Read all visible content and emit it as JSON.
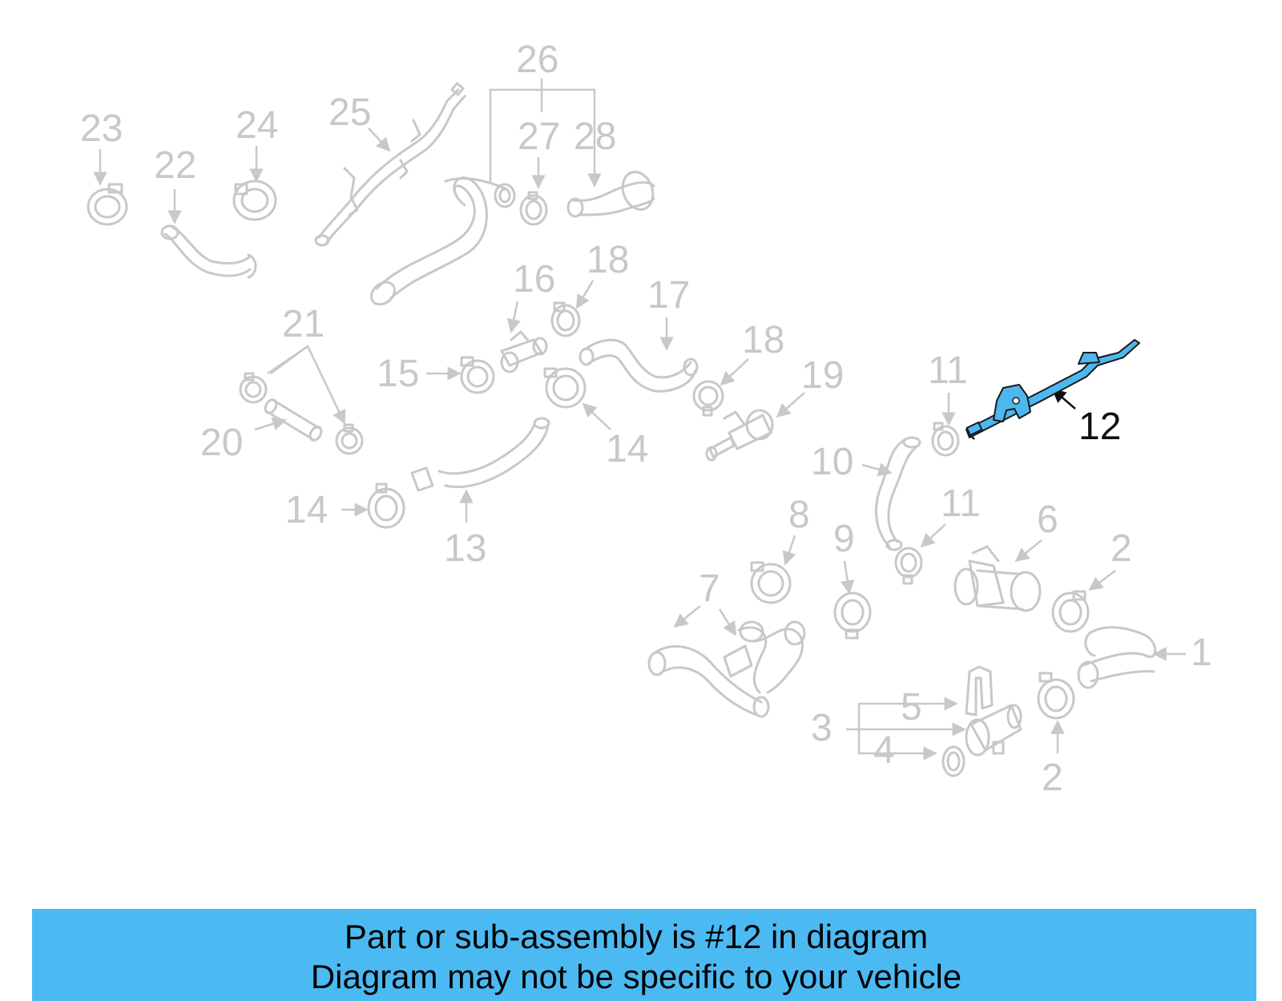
{
  "diagram": {
    "highlight_color": "#4db8ee",
    "part_color": "#c8c8c8",
    "callouts": [
      {
        "id": "c1",
        "label": "1"
      },
      {
        "id": "c2a",
        "label": "2"
      },
      {
        "id": "c2b",
        "label": "2"
      },
      {
        "id": "c3",
        "label": "3"
      },
      {
        "id": "c4",
        "label": "4"
      },
      {
        "id": "c5",
        "label": "5"
      },
      {
        "id": "c6",
        "label": "6"
      },
      {
        "id": "c7",
        "label": "7"
      },
      {
        "id": "c8",
        "label": "8"
      },
      {
        "id": "c9",
        "label": "9"
      },
      {
        "id": "c10",
        "label": "10"
      },
      {
        "id": "c11a",
        "label": "11"
      },
      {
        "id": "c11b",
        "label": "11"
      },
      {
        "id": "c12",
        "label": "12"
      },
      {
        "id": "c13",
        "label": "13"
      },
      {
        "id": "c14a",
        "label": "14"
      },
      {
        "id": "c14b",
        "label": "14"
      },
      {
        "id": "c15",
        "label": "15"
      },
      {
        "id": "c16",
        "label": "16"
      },
      {
        "id": "c17",
        "label": "17"
      },
      {
        "id": "c18a",
        "label": "18"
      },
      {
        "id": "c18b",
        "label": "18"
      },
      {
        "id": "c19",
        "label": "19"
      },
      {
        "id": "c20",
        "label": "20"
      },
      {
        "id": "c21",
        "label": "21"
      },
      {
        "id": "c22",
        "label": "22"
      },
      {
        "id": "c23",
        "label": "23"
      },
      {
        "id": "c24",
        "label": "24"
      },
      {
        "id": "c25",
        "label": "25"
      },
      {
        "id": "c26",
        "label": "26"
      },
      {
        "id": "c27",
        "label": "27"
      },
      {
        "id": "c28",
        "label": "28"
      }
    ]
  },
  "banner": {
    "line1": "Part or sub-assembly is #12 in diagram",
    "line2": "Diagram may not be specific to your vehicle",
    "color": "#4cbaf2"
  }
}
